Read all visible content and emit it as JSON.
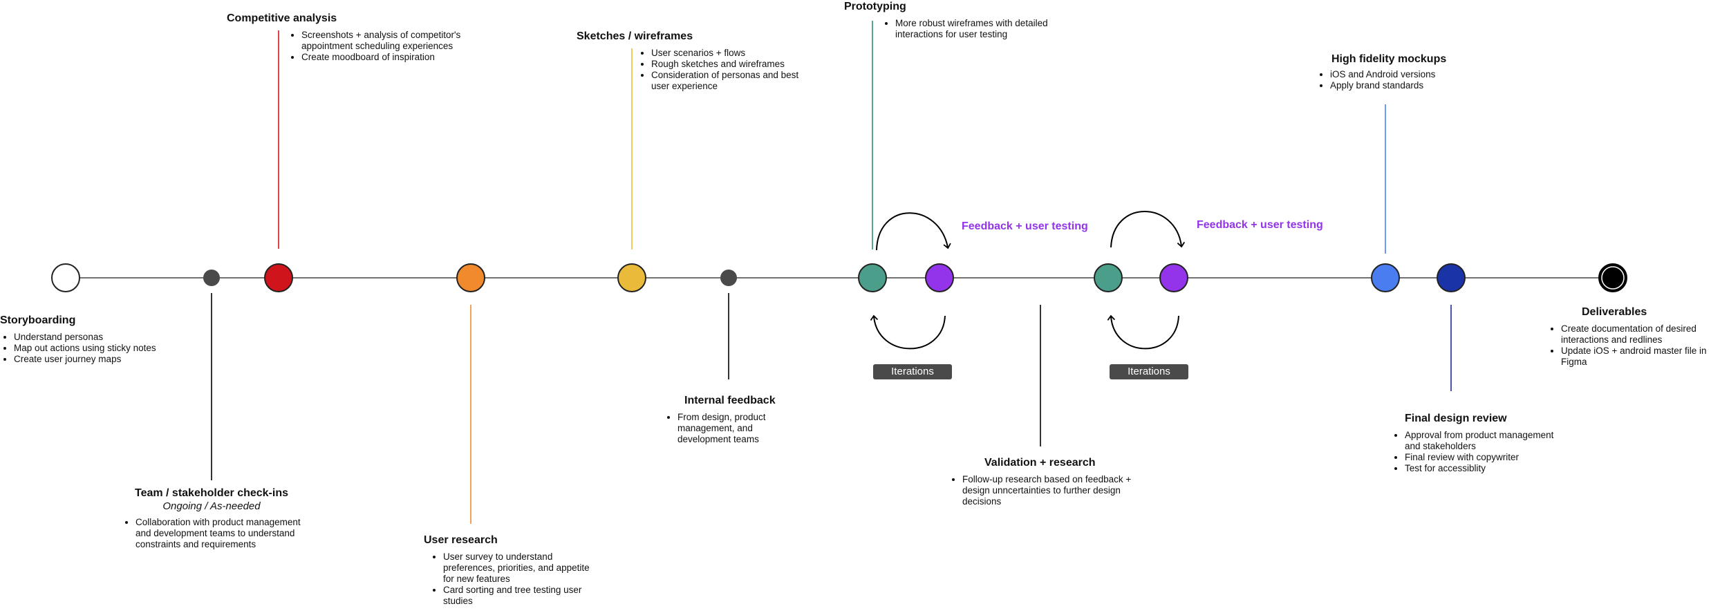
{
  "colors": {
    "line": "#444444",
    "dot": "#4a4a4a",
    "red": "#d0141b",
    "orange": "#f08a2c",
    "yellow": "#eabb3a",
    "teal": "#4a9e8a",
    "purple": "#9333ea",
    "blue": "#4a7ef0",
    "navy": "#1a34a8",
    "black": "#000000",
    "green_line": "#2a8f6f",
    "gold_line": "#f0b93a",
    "navy_line": "#1a2c8f"
  },
  "milestones": [
    {
      "title": "Storyboarding",
      "items": [
        "Understand personas",
        "Map out actions using sticky notes",
        "Create user journey maps"
      ]
    },
    {
      "title": "Team / stakeholder check-ins",
      "subtitle": "Ongoing / As-needed",
      "items": [
        "Collaboration with product management and development teams to understand constraints and requirements"
      ]
    },
    {
      "title": "Competitive analysis",
      "items": [
        "Screenshots + analysis of competitor's appointment scheduling experiences",
        "Create moodboard of inspiration"
      ]
    },
    {
      "title": "User research",
      "items": [
        "User survey to understand preferences, priorities, and appetite for new features",
        "Card sorting and tree testing user studies"
      ]
    },
    {
      "title": "Sketches / wireframes",
      "items": [
        "User scenarios + flows",
        "Rough sketches and wireframes",
        "Consideration of personas and best user experience"
      ]
    },
    {
      "title": "Internal feedback",
      "items": [
        "From design, product management, and development teams"
      ]
    },
    {
      "title": "Prototyping",
      "items": [
        "More robust wireframes with detailed interactions for user testing"
      ]
    },
    {
      "title": "Validation + research",
      "items": [
        "Follow-up research based on feedback + design unncertainties to further design decisions"
      ]
    },
    {
      "title": "High fidelity mockups",
      "items": [
        "iOS and Android versions",
        "Apply brand standards"
      ]
    },
    {
      "title": "Final design review",
      "items": [
        "Approval from product management and stakeholders",
        "Final review with copywriter",
        "Test for accessiblity"
      ]
    },
    {
      "title": "Deliverables",
      "items": [
        "Create documentation of desired interactions and redlines",
        "Update iOS + android master file in Figma"
      ]
    }
  ],
  "loops": [
    {
      "feedback_label": "Feedback + user testing",
      "iterations_label": "Iterations"
    },
    {
      "feedback_label": "Feedback + user testing",
      "iterations_label": "Iterations"
    }
  ]
}
